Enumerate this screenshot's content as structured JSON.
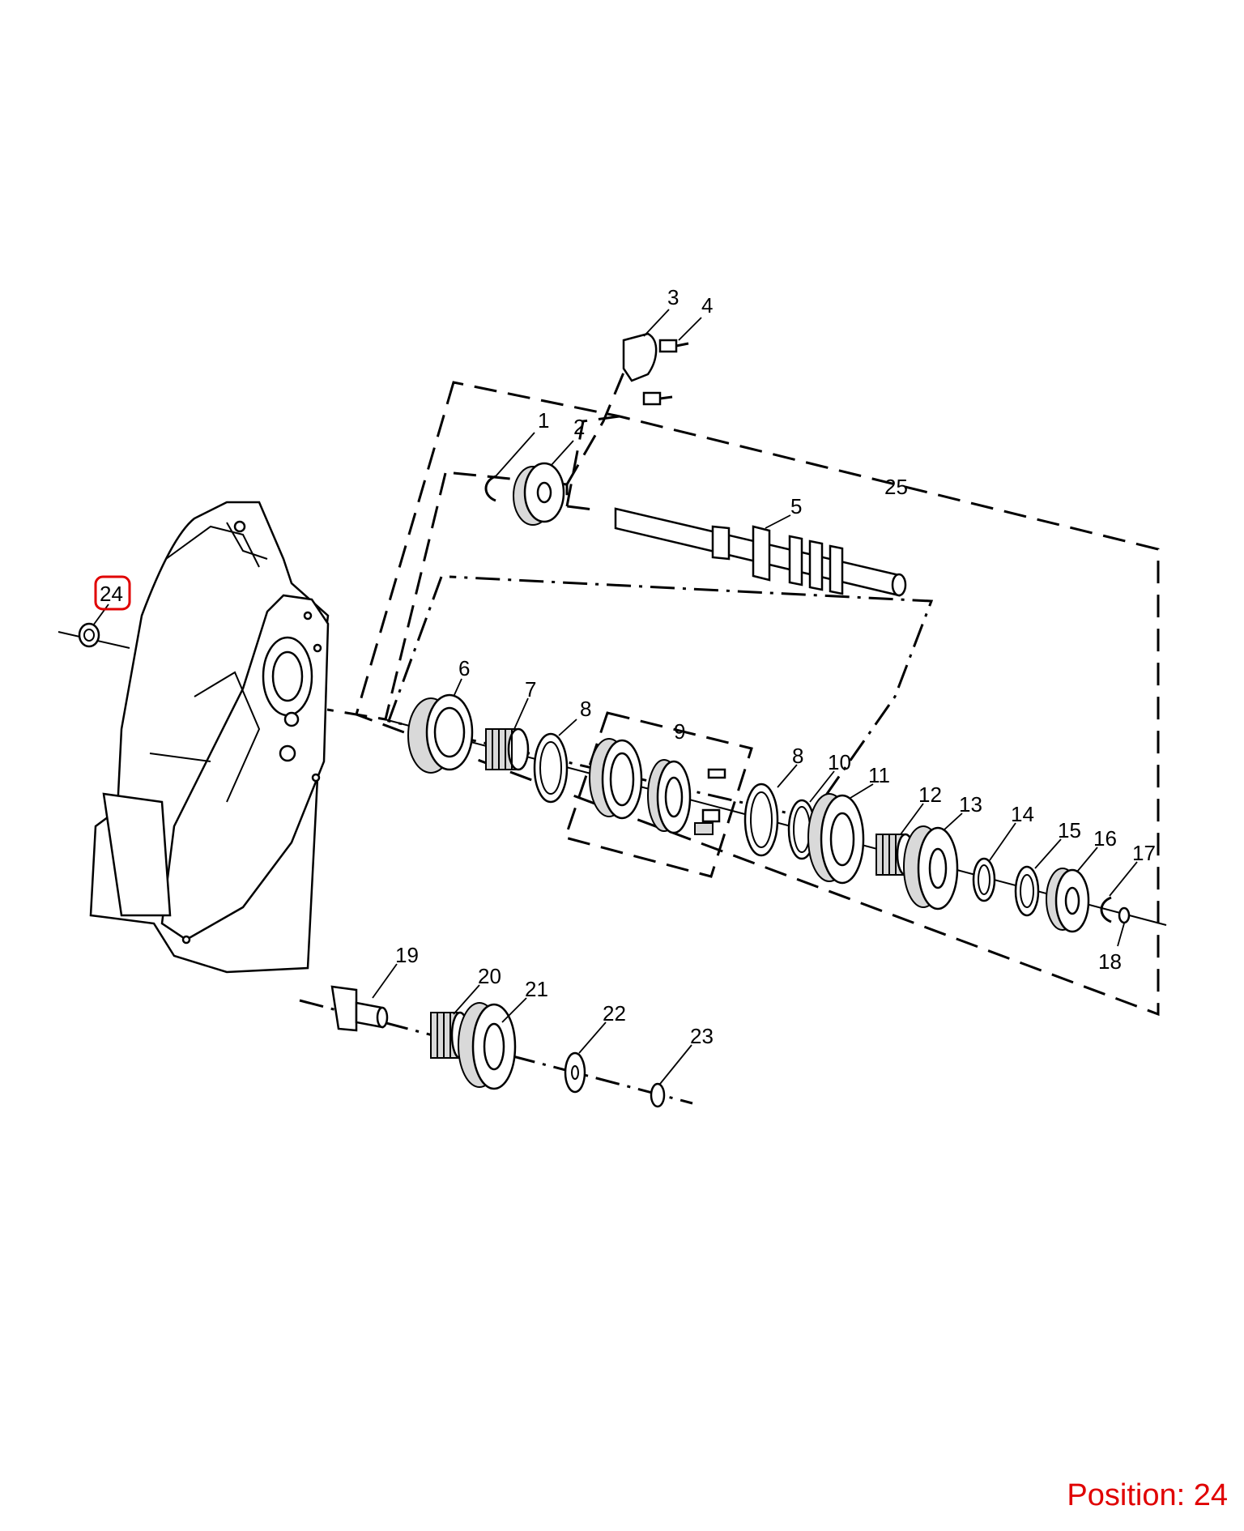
{
  "callouts": [
    "1",
    "2",
    "3",
    "4",
    "5",
    "6",
    "7",
    "8",
    "8",
    "9",
    "10",
    "11",
    "12",
    "13",
    "14",
    "15",
    "16",
    "17",
    "18",
    "19",
    "20",
    "21",
    "22",
    "23",
    "24",
    "25"
  ],
  "highlighted_callout": "24",
  "highlight_color": "#e00000",
  "position_label": "Position: 24"
}
